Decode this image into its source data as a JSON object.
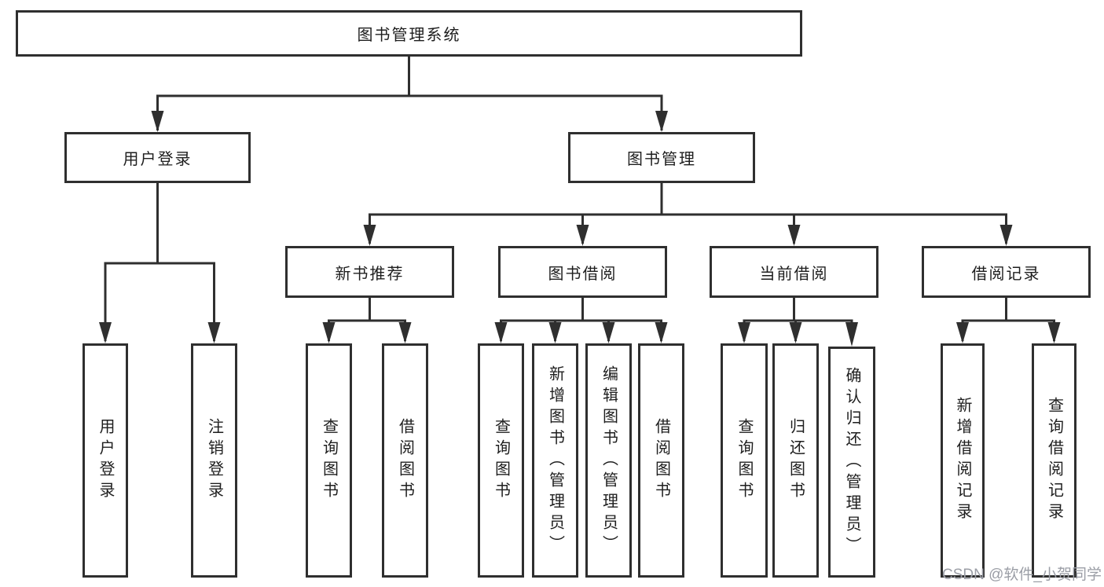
{
  "root": {
    "label": "图书管理系统"
  },
  "branches": [
    {
      "label": "用户登录",
      "children": [
        {
          "label": "用户登录"
        },
        {
          "label": "注销登录"
        }
      ]
    },
    {
      "label": "图书管理",
      "children": [
        {
          "label": "新书推荐",
          "children": [
            {
              "label": "查询图书"
            },
            {
              "label": "借阅图书"
            }
          ]
        },
        {
          "label": "图书借阅",
          "children": [
            {
              "label": "查询图书"
            },
            {
              "label": "新增图书（管理员）"
            },
            {
              "label": "编辑图书（管理员）"
            },
            {
              "label": "借阅图书"
            }
          ]
        },
        {
          "label": "当前借阅",
          "children": [
            {
              "label": "查询图书"
            },
            {
              "label": "归还图书"
            },
            {
              "label": "确认归还（管理员）"
            }
          ]
        },
        {
          "label": "借阅记录",
          "children": [
            {
              "label": "新增借阅记录"
            },
            {
              "label": "查询借阅记录"
            }
          ]
        }
      ]
    }
  ],
  "watermark": "CSDN @软件_小贺同学",
  "colors": {
    "line": "#2f2f2f",
    "box_border": "#2f2f2f",
    "text": "#1e1e1e",
    "watermark": "#9b9ea6",
    "background": "#ffffff"
  }
}
